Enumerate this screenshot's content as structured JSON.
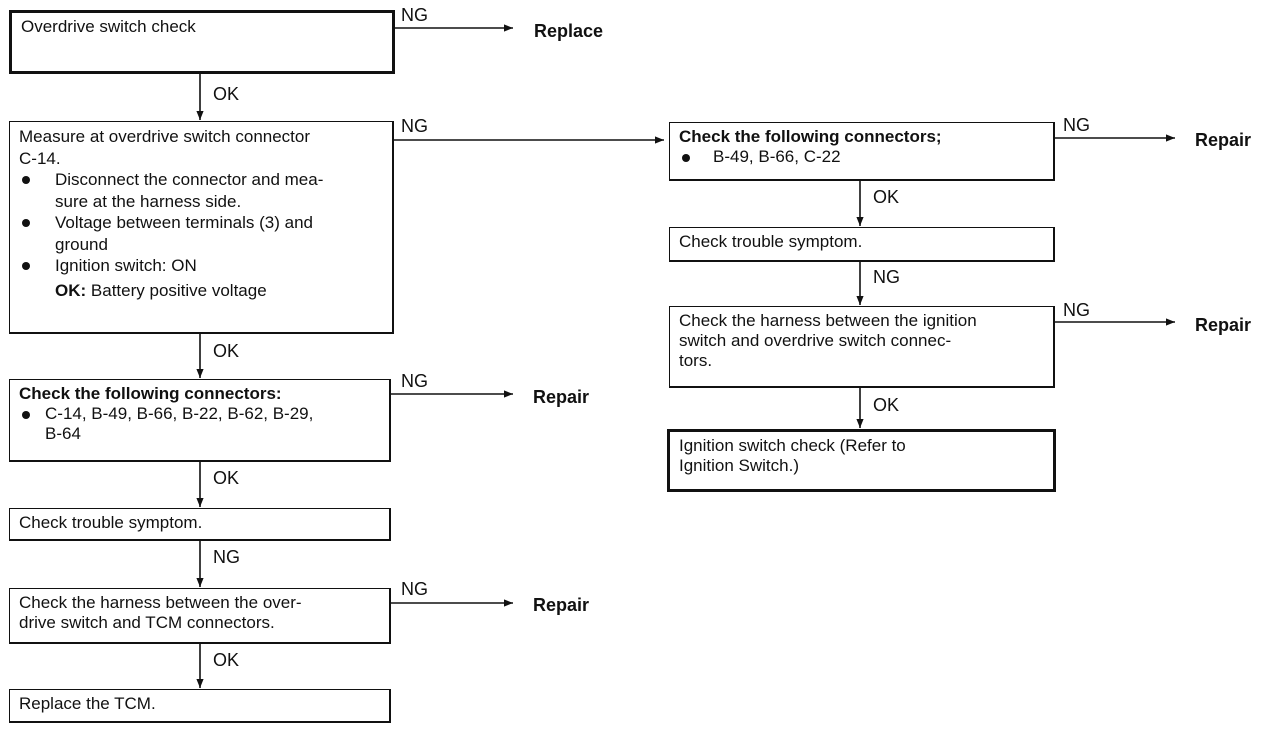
{
  "labels": {
    "ok": "OK",
    "ng": "NG"
  },
  "actions": {
    "replace": "Replace",
    "repair": "Repair"
  },
  "left": {
    "box1": {
      "text": "Overdrive switch check"
    },
    "box2": {
      "lines": [
        "Measure at overdrive switch connector",
        "C-14."
      ],
      "bullets": [
        [
          "Disconnect the connector and mea-",
          "sure at the harness side."
        ],
        [
          "Voltage between terminals (3) and",
          "ground"
        ],
        [
          "Ignition switch: ON"
        ]
      ],
      "ok_label": "OK:",
      "ok_value": "Battery positive voltage"
    },
    "box3": {
      "title": "Check the following connectors:",
      "bullet": [
        "C-14, B-49, B-66, B-22, B-62, B-29,",
        "B-64"
      ]
    },
    "box4": {
      "text": "Check trouble symptom."
    },
    "box5": {
      "lines": [
        "Check the harness between the over-",
        "drive switch and TCM connectors."
      ]
    },
    "box6": {
      "text": "Replace the TCM."
    }
  },
  "right": {
    "box1": {
      "title": "Check the following connectors;",
      "bullet": "B-49, B-66, C-22"
    },
    "box2": {
      "text": "Check trouble symptom."
    },
    "box3": {
      "lines": [
        "Check the harness between the ignition",
        "switch and overdrive switch connec-",
        "tors."
      ]
    },
    "box4": {
      "lines": [
        "Ignition switch check (Refer to",
        "Ignition Switch.)"
      ]
    }
  }
}
